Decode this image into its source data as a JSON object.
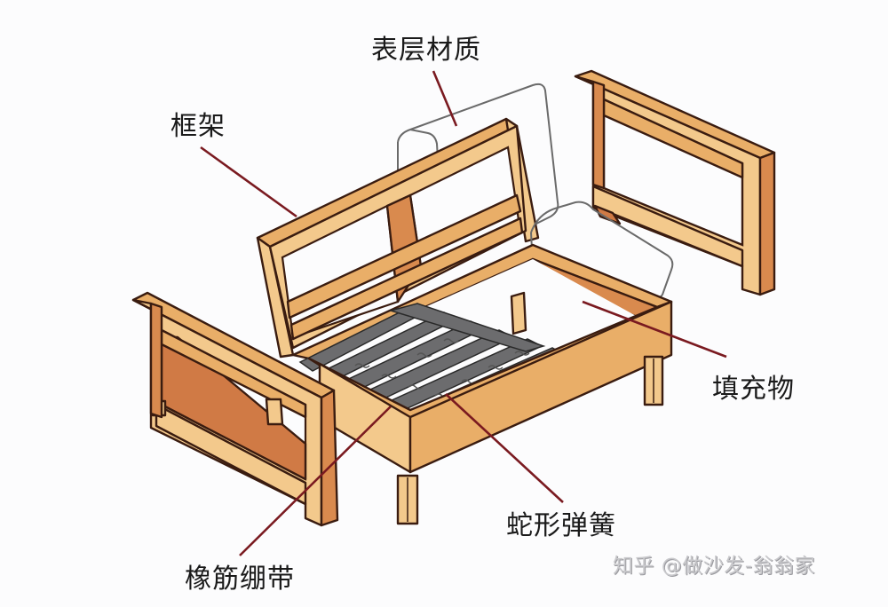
{
  "diagram": {
    "subject": "sofa-internal-structure",
    "colors": {
      "background": "#fcfcfd",
      "wood_light": "#f3c98c",
      "wood_mid": "#e9ae68",
      "wood_dark": "#d98a4e",
      "wood_inner": "#d07a45",
      "outline": "#3a1c10",
      "webbing": "#6c6c6e",
      "leader_line": "#7a1a20",
      "cushion_outline": "#6a6a6a",
      "label_text": "#1a1a1a",
      "watermark_text": "#c9c9cc"
    },
    "labels": [
      {
        "id": "surface-material",
        "text": "表层材质"
      },
      {
        "id": "frame",
        "text": "框架"
      },
      {
        "id": "filling",
        "text": "填充物"
      },
      {
        "id": "serpentine-spring",
        "text": "蛇形弹簧"
      },
      {
        "id": "elastic-webbing",
        "text": "橡筋绷带"
      }
    ],
    "watermark": "知乎 @做沙发-翁翁家"
  }
}
